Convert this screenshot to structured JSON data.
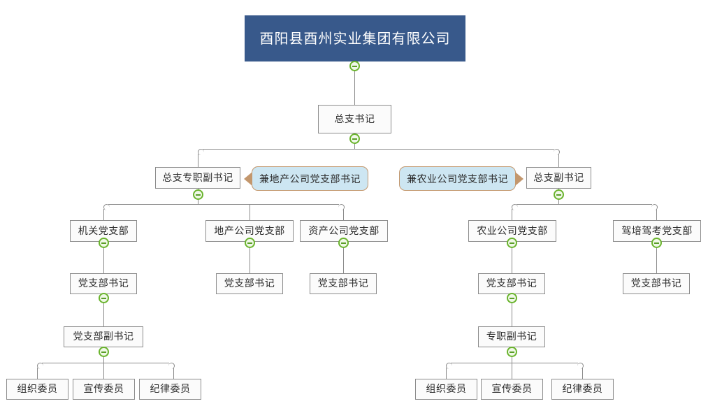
{
  "chart": {
    "title": "酉阳县酉州实业集团有限公司",
    "type": "org-chart",
    "colors": {
      "root_fill": "#38598b",
      "root_text": "#ffffff",
      "node_fill": "#f7f7f7",
      "node_border": "#7f7f7f",
      "callout_fill": "#cde6f2",
      "callout_border": "#c3976d",
      "connector": "#8a8a8a",
      "toggle_border": "#6ab42d"
    },
    "toggle_icon": "collapse-minus-icon"
  },
  "nodes": {
    "root": "酉阳县酉州实业集团有限公司",
    "general_secretary": "总支书记",
    "deputy_fulltime": "总支专职副书记",
    "deputy": "总支副书记",
    "callout_left": "兼地产公司党支部书记",
    "callout_right": "兼农业公司党支部书记",
    "branch_organs": "机关党支部",
    "branch_realestate": "地产公司党支部",
    "branch_assets": "资产公司党支部",
    "branch_agriculture": "农业公司党支部",
    "branch_driving": "驾培驾考党支部",
    "secretary_organs": "党支部书记",
    "secretary_realestate": "党支部书记",
    "secretary_assets": "党支部书记",
    "secretary_agriculture": "党支部书记",
    "secretary_driving": "党支部书记",
    "deputy_secretary_left": "党支部副书记",
    "deputy_secretary_right": "专职副书记",
    "committee_org_left": "组织委员",
    "committee_pub_left": "宣传委员",
    "committee_disc_left": "纪律委员",
    "committee_org_right": "组织委员",
    "committee_pub_right": "宣传委员",
    "committee_disc_right": "纪律委员"
  }
}
